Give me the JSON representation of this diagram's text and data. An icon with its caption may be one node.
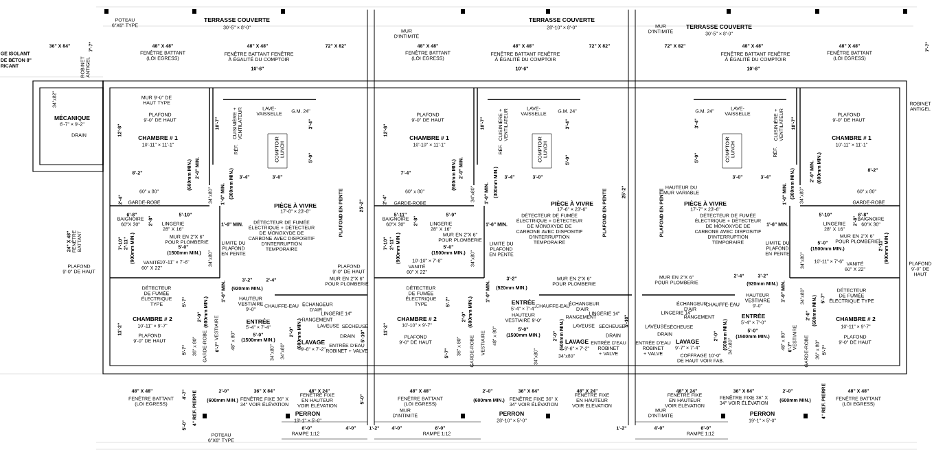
{
  "diagram": {
    "labels": [
      "TERRASSE COUVERTE",
      "30'-5\" × 8'-0\"",
      "TERRASSE COUVERTE",
      "28'-10\" × 8'-0\"",
      "TERRASSE COUVERTE",
      "30'-5\" × 8'-0\"",
      "POTEAU 6\"X6\" TYPE",
      "MUR D'INTIMITÉ",
      "MUR D'INTIMITÉ",
      "GE ISOLANT",
      "DE BÉTON 8\"",
      "RICANT",
      "36\" X 84\"",
      "7'-7\"",
      "48\" X 48\"",
      "FENÊTRE BATTANT (LOI EGRESS)",
      "48\" X 48\"",
      "FENÊTRE BATTANT FENÊTRE À ÉGALITÉ DU COMPTOIR",
      "72\" X 82\"",
      "48\" X 48\"",
      "FENÊTRE BATTANT (LOI EGRESS)",
      "48\" X 48\"",
      "FENÊTRE BATTANT FENÊTRE À ÉGALITÉ DU COMPTOIR",
      "72\" X 82\"",
      "72\" X 82\"",
      "48\" X 48\"",
      "FENÊTRE BATTANT FENÊTRE À ÉGALITÉ DU COMPTOIR",
      "48\" X 48\"",
      "FENÊTRE BATTANT (LOI EGRESS)",
      "7'-7\"",
      "10'-6\"",
      "10'-6\"",
      "10'-6\"",
      "ROBINET ANTIGEL",
      "ROBINET ANTIGEL",
      "34\"x82\"",
      "MÉCANIQUE",
      "6'-7\" × 9'-2\"",
      "DRAIN",
      "MUR 9'-0\" DE HAUT TYPE",
      "PLAFOND 9'-0\" DE HAUT",
      "CHAMBRE # 1",
      "10'-11\" × 11'-1\"",
      "12'-8\"",
      "10'-7\"",
      "CUISINIÈRE + VENTILATEUR",
      "LAVE-VAISSELLE",
      "G.M. 24\"",
      "3'-4\"",
      "5'-0\"",
      "COMPTOIR LUNCH",
      "RÉF.",
      "8'-2\"",
      "3'-4\"",
      "3'-0\"",
      "60\" x 80\"",
      "GARDE-ROBE",
      "2'-4\"",
      "(600mm MIN.)",
      "2'-0\" MIN.",
      "34\"x80\"",
      "1'-0\" MIN.",
      "(300mm MIN.)",
      "6'-8\"",
      "BAIGNOIRE 60\"X 30\"",
      "2'-8\"",
      "5'-10\"",
      "LINGERIE 28\" X 16\"",
      "1'-6\" MIN.",
      "PIÈCE À VIVRE",
      "17'-8\" × 23'-8\"",
      "DÉTECTEUR DE FUMÉE ÉLECTRIQUE + DÉTECTEUR DE MONOXYDE DE CARBONE AVEC DISPOSITIF D'INTERRUPTION TEMPORAIRE",
      "25'-2\"",
      "PLAFOND EN PENTE",
      "24\" X 48\"",
      "FENÊTRE BATTANT",
      "7'-10\"",
      "2'-11\"",
      "(900mm MIN.)",
      "MUR EN 2\"X 6\" POUR PLOMBERIE",
      "5'-0\"",
      "(1500mm MIN.)",
      "10'-11\" × 7'-6\"",
      "VANITÉ 60\" X 22\"",
      "PLAFOND 9'-0\" DE HAUT",
      "LIMITE DU PLAFOND EN PENTE",
      "34\"x80\"",
      "DÉTECTEUR DE FUMÉE ÉLECTRIQUE TYPE",
      "5'-7\"",
      "3'-2\"",
      "2'-4\"",
      "(920mm MIN.)",
      "1'-0\" MIN.",
      "CHAMBRE # 2",
      "10'-11\" × 9'-7\"",
      "11'-2\"",
      "2'-0\"",
      "(600mm MIN.)",
      "VESTIAIRE",
      "GARDE-ROBE",
      "PLAFOND 9'-0\" DE HAUT",
      "5'-7\"",
      "36\" x 80\"",
      "6'-7\"",
      "48\" x 80\"",
      "HAUTEUR VESTIAIRE 9'-0\"",
      "ENTRÉE",
      "5'-4\" × 7'-4\"",
      "5'-0\"",
      "(1500mm MIN.)",
      "34\"x80\"",
      "34\"x80\"",
      "2'-0\"",
      "(600mm MIN.)",
      "CHAUFFE-EAU",
      "ÉCHANGEUR D'AIR",
      "RANGEMENT",
      "LINGERIE 14\"",
      "LAVEUSE",
      "SÉCHEUSE",
      "DRAIN",
      "LAVAGE",
      "9'-8\" × 7'-2\"",
      "ENTRÉE D'EAU ROBINET + VALVE",
      "5'-10\"",
      "48\" X 48\"",
      "FENÊTRE BATTANT (LOI EGRESS)",
      "4'-7\"",
      "4\" REF. PIERRE",
      "5'-0\"",
      "2'-0\"",
      "(600mm MIN.)",
      "36\" X 84\"",
      "FENÊTRE FIXE 36\" X 34\" VOIR ÉLÉVATION",
      "48\" X 24\"",
      "FENÊTRE FIXE EN HAUTEUR VOIR ÉLÉVATION",
      "PERRON",
      "19'-1\" × 5'-0\"",
      "POTEAU 6\"X6\" TYPE",
      "6'-0\"",
      "RAMPE 1:12",
      "5'-0\"",
      "4'-0\"",
      "1'-2\"",
      "4'-0\"",
      "MUR D'INTIMITÉ",
      "6'-0\"",
      "RAMPE 1:12",
      "PLAFOND 9'-0\" DE HAUT",
      "CHAMBRE # 1",
      "10'-10\" × 11'-1\"",
      "12'-8\"",
      "10'-7\"",
      "CUISINIÈRE + VENTILATEUR",
      "LAVE-VAISSELLE",
      "G.M. 24\"",
      "3'-4\"",
      "5'-0\"",
      "COMPTOIR LUNCH",
      "RÉF.",
      "3'-4\"",
      "3'-0\"",
      "7'-4\"",
      "60\" x 80\"",
      "GARDE-ROBE",
      "2'-4\"",
      "(600mm MIN.)",
      "2'-0\" MIN.",
      "34\"x80\"",
      "1'-0\" MIN.",
      "(300mm MIN.)",
      "PIÈCE À VIVRE",
      "17'-6\" × 23'-6\"",
      "5'-11\"",
      "BAIGNOIRE 60\"X 30\"",
      "2'-8\"",
      "5'-9\"",
      "LINGERIE 28\" X 16\"",
      "1'-6\" MIN.",
      "DÉTECTEUR DE FUMÉE ÉLECTRIQUE + DÉTECTEUR DE MONOXYDE DE CARBONE AVEC DISPOSITIF D'INTERRUPTION TEMPORAIRE",
      "25'-2\"",
      "PLAFOND EN PENTE",
      "PLAFOND 9'-0\" DE HAUT",
      "MUR EN 2\"X 6\" POUR PLOMBERIE",
      "7'-10\"",
      "2'-11\"",
      "(900mm MIN.)",
      "MUR EN 2\"X 6\" POUR PLOMBERIE",
      "5'-0\"",
      "(1500mm MIN.)",
      "10'-10\" × 7'-6\"",
      "VANITÉ 60\" X 22\"",
      "LIMITE DU PLAFOND EN PENTE",
      "34\"x80\"",
      "DÉTECTEUR DE FUMÉE ÉLECTRIQUE TYPE",
      "5'-7\"",
      "3'-2\"",
      "(920mm MIN.)",
      "1'-0\" MIN.",
      "MUR EN 2\"X 6\" POUR PLOMBERIE",
      "CHAMBRE # 2",
      "10'-10\" × 9'-7\"",
      "11'-2\"",
      "2'-0\"",
      "(600mm MIN.)",
      "GARDE-ROBE",
      "VESTIAIRE",
      "PLAFOND 9'-0\" DE HAUT",
      "5'-7\"",
      "36\" x 80\"",
      "48\" x 80\"",
      "HAUTEUR VESTIAIRE 9'-0\"",
      "ENTRÉE",
      "5'-4\" × 7'-4\"",
      "5'-0\"",
      "(1500mm MIN.)",
      "34\"x80\"",
      "34\"x80\"",
      "2'-0\"",
      "(600mm MIN.)",
      "CHAUFFE-EAU",
      "ÉCHANGEUR D'AIR",
      "RANGEMENT",
      "LINGERIE 14\"",
      "LAVEUSE",
      "SÉCHEUSE",
      "DRAIN",
      "LAVAGE",
      "9'-6\" × 7'-2\"",
      "ENTRÉE D'EAU ROBINET + VALVE",
      "5'-10\"",
      "48\" X 48\"",
      "FENÊTRE BATTANT (LOI EGRESS)",
      "2'-0\"",
      "(600mm MIN.)",
      "36\" X 84\"",
      "FENÊTRE FIXE 36\" X 34\" VOIR ÉLÉVATION",
      "48\" X 24\"",
      "FENÊTRE FIXE EN HAUTEUR VOIR ÉLÉVATION",
      "PERRON",
      "28'-10\" × 5'-0\"",
      "G.M. 24\"",
      "LAVE-VAISSELLE",
      "3'-4\"",
      "5'-0\"",
      "COMPTOIR LUNCH",
      "RÉF.",
      "CUISINIÈRE + VENTILATEUR",
      "10'-7\"",
      "3'-0\"",
      "3'-4\"",
      "PLAFOND 9'-0\" DE HAUT",
      "CHAMBRE # 1",
      "10'-11\" × 11'-1\"",
      "8'-2\"",
      "60\" x 80\"",
      "GARDE-ROBE",
      "2'-0\" MIN.",
      "(600mm MIN.)",
      "34\"x80\"",
      "1'-0\" MIN.",
      "(300mm MIN.)",
      "HAUTEUR DU MUR VARIABLE",
      "PIÈCE À VIVRE",
      "17'-7\" × 23'-6\"",
      "PLAFOND EN PENTE",
      "1'-6\" MIN.",
      "5'-10\"",
      "LINGERIE 28\" X 16\"",
      "2'-8\"",
      "6'-8\"",
      "BAIGNOIRE 60\"X 30\"",
      "DÉTECTEUR DE FUMÉE ÉLECTRIQUE + DÉTECTEUR DE MONOXYDE DE CARBONE AVEC DISPOSITIF D'INTERRUPTION TEMPORAIRE",
      "LIMITE DU PLAFOND EN PENTE",
      "5'-0\"",
      "(1500mm MIN.)",
      "MUR EN 2\"X 6\" POUR PLOMBERIE",
      "10'-11\" × 7'-6\"",
      "2'-11\"",
      "(900mm MIN.)",
      "VANITÉ 60\" X 22\"",
      "PLAFOND 9'-0\" DE HAUT",
      "34\"x80\"",
      "MUR EN 2\"X 6\" POUR PLOMBERIE",
      "2'-4\"",
      "3'-2\"",
      "(920mm MIN.)",
      "1'-0\" MIN.",
      "34\"x80\"",
      "5'-7\"",
      "DÉTECTEUR DE FUMÉE ÉLECTRIQUE TYPE",
      "CHAMBRE # 2",
      "10'-11\" × 9'-7\"",
      "2'-0\"",
      "(600mm MIN.)",
      "PLAFOND 9'-0\" DE HAUT",
      "GARDE-ROBE",
      "36\" x 80\"",
      "5'-7\"",
      "VESTIAIRE",
      "6'-7\"",
      "48\" x 80\"",
      "HAUTEUR VESTIAIRE 9'-0\"",
      "ENTRÉE",
      "5'-4\" × 7'-0\"",
      "5'-0\"",
      "(1500mm MIN.)",
      "2'-0\"",
      "(600mm MIN.)",
      "34\"x80\"",
      "ÉCHANGEUR D'AIR",
      "CHAUFFE-EAU",
      "LINGERIE 14\"",
      "RANGEMENT",
      "LAVEUSE",
      "SÉCHEUSE",
      "DRAIN",
      "LAVAGE",
      "9'-7\" × 7'-4\"",
      "ENTRÉE D'EAU ROBINET + VALVE",
      "COFFRAGE 10'-0\" DE HAUT VOIR FAB.",
      "48\" X 24\"",
      "FENÊTRE FIXE EN HAUTEUR VOIR ÉLÉVATION",
      "36\" X 84\"",
      "FENÊTRE FIXE 36\" X 34\" VOIR ÉLÉVATION",
      "2'-0\"",
      "(600mm MIN.)",
      "PERRON",
      "19'-1\" × 5'-0\"",
      "4\" REF. PIERRE",
      "48\" X 48\"",
      "FENÊTRE BATTANT (LOI EGRESS)",
      "MUR D'INTIMITÉ",
      "1'-2\"",
      "4'-0\"",
      "6'-0\"",
      "RAMPE 1:12"
    ]
  }
}
